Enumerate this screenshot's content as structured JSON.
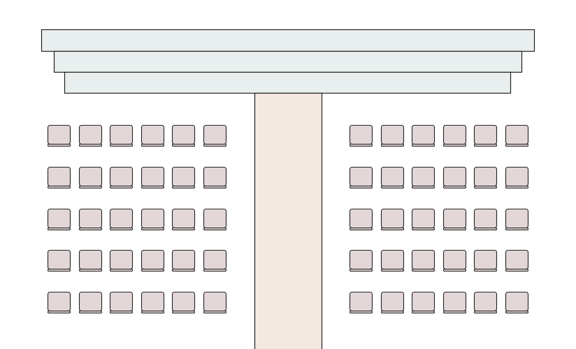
{
  "layout_summary": {
    "stage_tiers": 3,
    "aisle_count": 1,
    "seat_sections": [
      {
        "name": "left",
        "rows": 5,
        "seats_per_row": 6
      },
      {
        "name": "right",
        "rows": 5,
        "seats_per_row": 6
      }
    ]
  },
  "colors": {
    "background": "#ffffff",
    "outline": "#222222",
    "stage_fill": "#e9efee",
    "aisle_fill": "#f3e8e2",
    "seat_fill": "#e2d6d7",
    "seat_front": "#d6c8c9"
  }
}
